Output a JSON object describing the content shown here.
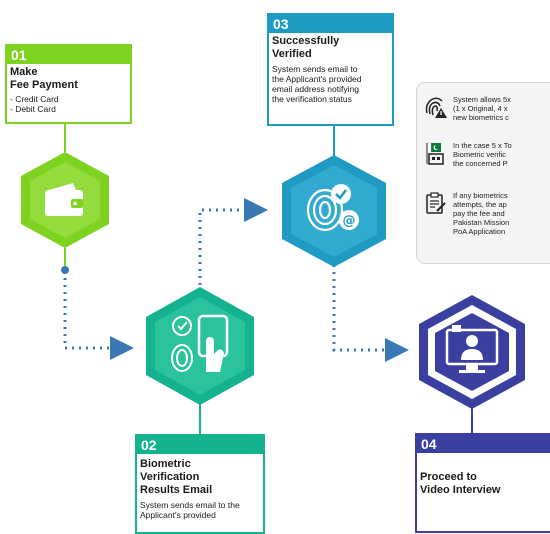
{
  "steps": [
    {
      "num": "01",
      "title_line1": "Make",
      "title_line2": "Fee Payment",
      "items": [
        "- Credit Card",
        "- Debit Card"
      ],
      "color": "#7ed321"
    },
    {
      "num": "02",
      "title_line1": "Biometric",
      "title_line2": "Verification",
      "title_line3": "Results Email",
      "text": "System sends email to the Applicant's provided",
      "color": "#12b38e"
    },
    {
      "num": "03",
      "title_line1": "Successfully",
      "title_line2": "Verified",
      "text": "System sends email to the Applicant's provided email address notifying the verification status",
      "color": "#1e9ac3"
    },
    {
      "num": "04",
      "title_line1": "Proceed to",
      "title_line2": "Video Interview",
      "color": "#3b3fa0"
    }
  ],
  "info_panel": {
    "items": [
      {
        "icon": "fingerprint-warning-icon",
        "text": "System allows 5x\n(1 x Original, 4 x\nnew biometrics c"
      },
      {
        "icon": "pakistan-mission-building-icon",
        "text": "In the case 5 x To\nBiometric verific\nthe concerned P"
      },
      {
        "icon": "application-form-icon",
        "text": "If any biometrics\nattempts, the ap\npay the fee and\nPakistan Mission\nPoA Application"
      }
    ]
  },
  "colors": {
    "step1": "#7ed321",
    "step2": "#12b38e",
    "step3": "#1e9ac3",
    "step4": "#3b3fa0",
    "connector": "#3a78b5"
  }
}
